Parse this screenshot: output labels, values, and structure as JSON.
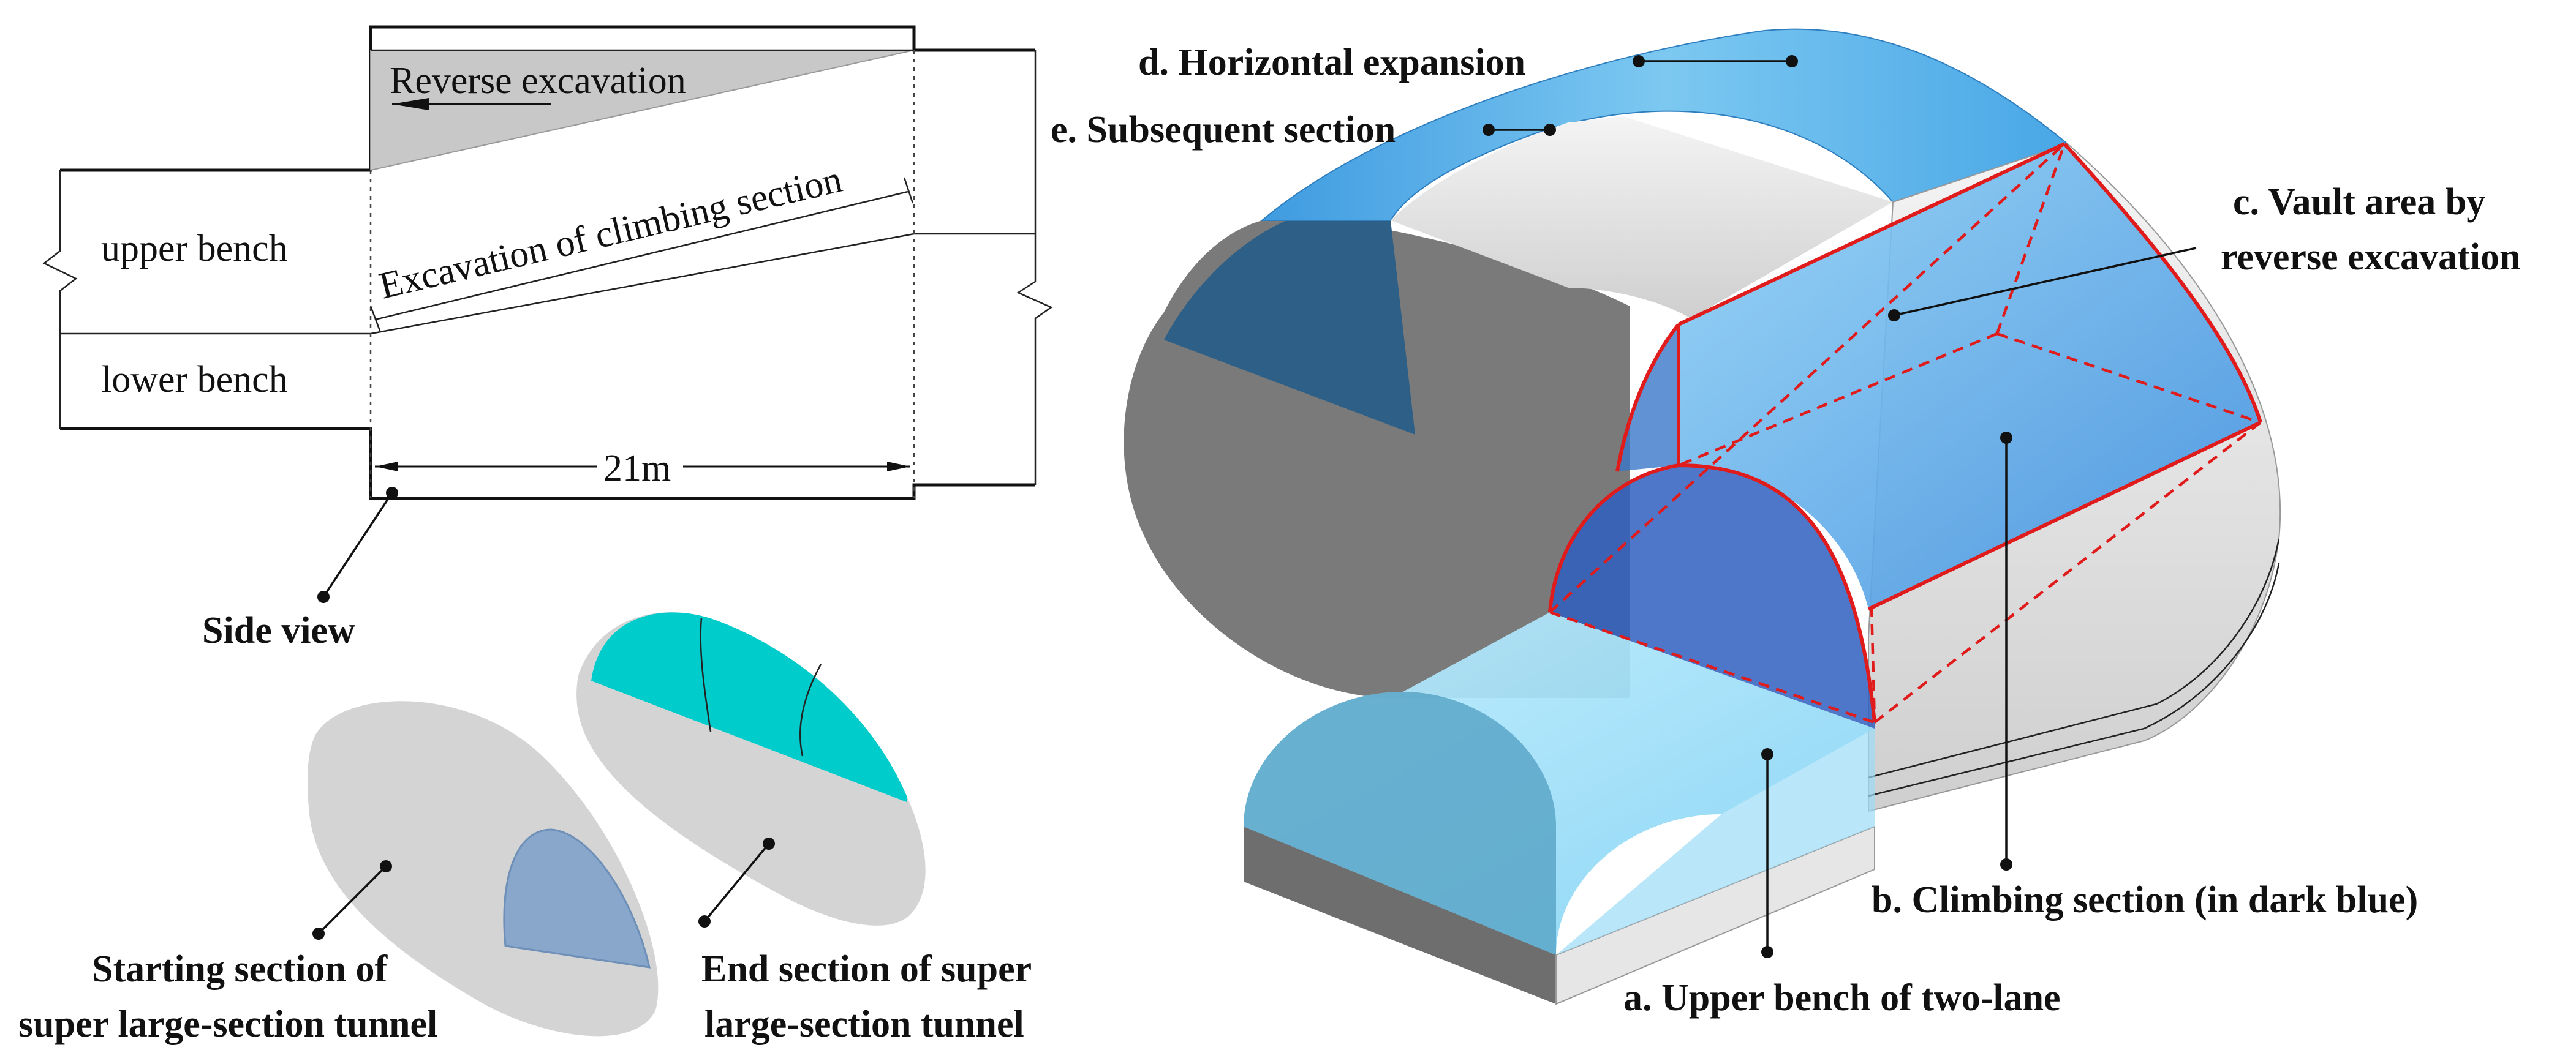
{
  "side_view": {
    "reverse_excavation": "Reverse excavation",
    "upper_bench": "upper bench",
    "lower_bench": "lower bench",
    "climbing_excavation": "Excavation of climbing section",
    "length": "21m",
    "caption": "Side view"
  },
  "cross_sections": {
    "start_line1": "Starting section of",
    "start_line2": "super large-section tunnel",
    "end_line1": "End section of super",
    "end_line2": "large-section tunnel"
  },
  "model_labels": {
    "a": "a. Upper bench of two-lane",
    "b": "b. Climbing section (in dark blue)",
    "c_line1": "c. Vault area by",
    "c_line2": "reverse excavation",
    "d": "d. Horizontal expansion",
    "e": "e. Subsequent section"
  },
  "colors": {
    "light_blue": "#8fd3f2",
    "mid_blue": "#5aaee6",
    "dark_blue": "#2f6fc4",
    "teal": "#00cccc",
    "grey": "#7a7a7a",
    "light_grey": "#d3d3d3",
    "red": "#e01b1b"
  }
}
